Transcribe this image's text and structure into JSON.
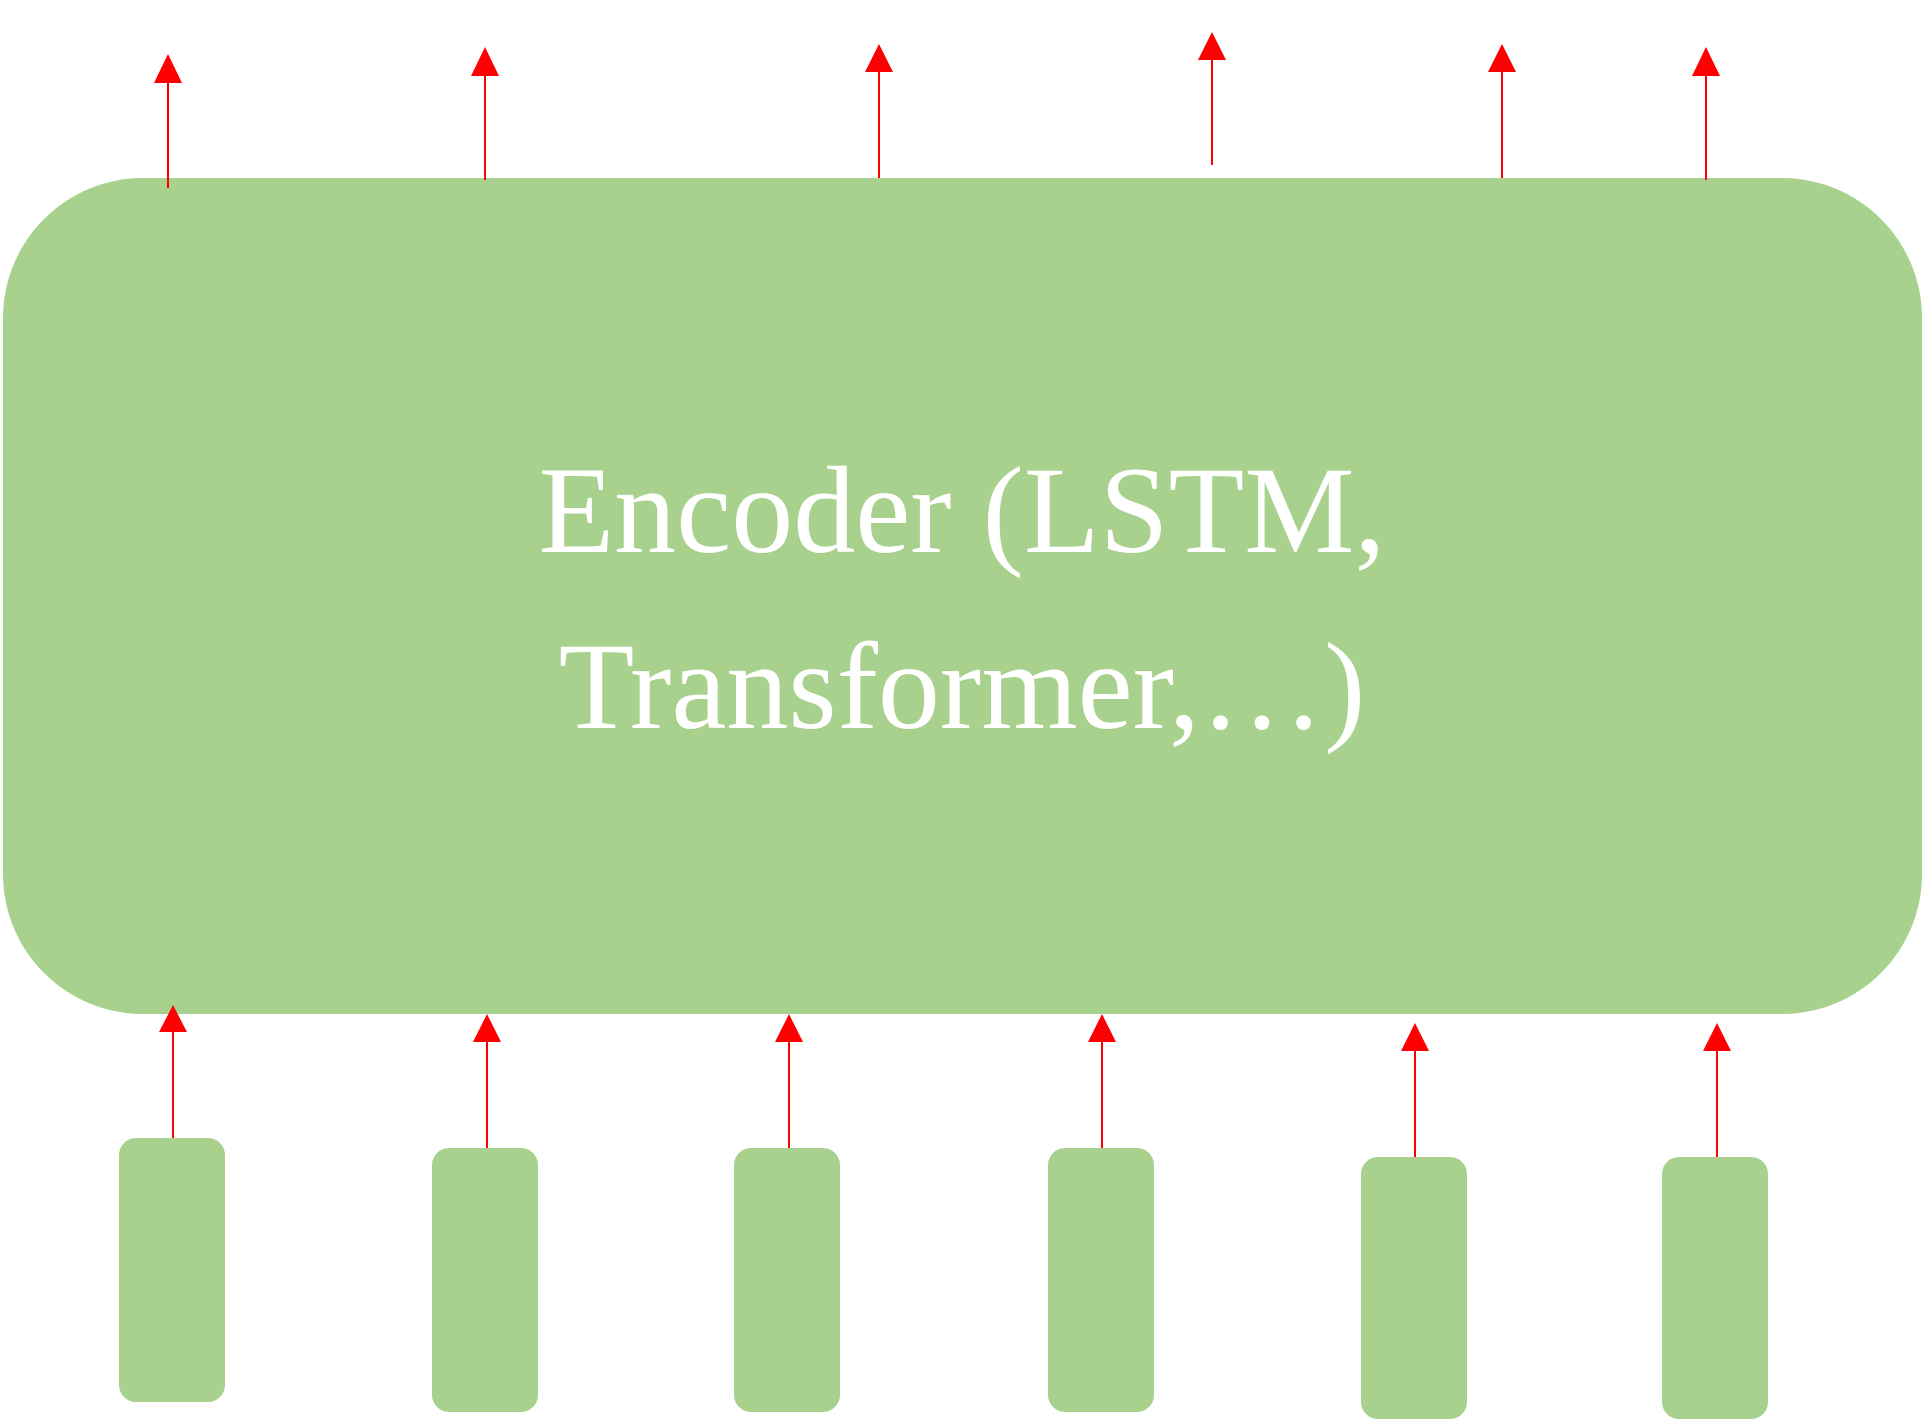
{
  "encoder": {
    "label_line1": "Encoder (LSTM,",
    "label_line2": "Transformer,…)"
  },
  "colors": {
    "box_fill": "#a9d18e",
    "arrow": "#ff0000",
    "label_text": "#ffffff"
  },
  "inputs": {
    "count": 6
  },
  "outputs": {
    "count": 6
  }
}
